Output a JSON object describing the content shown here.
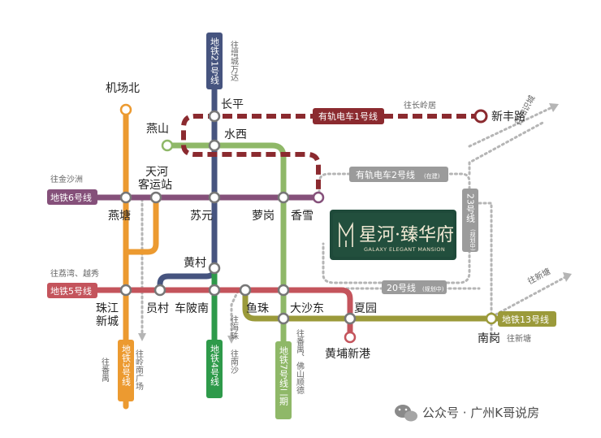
{
  "lines": {
    "metro21": {
      "label": "地铁21号线",
      "color": "#46547f"
    },
    "tram1": {
      "label": "有轨电车1号线",
      "color": "#8b2a2f"
    },
    "tram2": {
      "label": "有轨电车2号线",
      "note": "(在建)"
    },
    "metro6": {
      "label": "地铁6号线",
      "color": "#85507a"
    },
    "metro5": {
      "label": "地铁5号线",
      "color": "#c4545c"
    },
    "metro3": {
      "label": "地铁3号线",
      "color": "#ec9a30"
    },
    "metro4": {
      "label": "地铁4号线",
      "color": "#2e9a4a"
    },
    "metro7": {
      "label": "地铁7号线二期",
      "color": "#8fb868"
    },
    "metro13": {
      "label": "地铁13号线",
      "color": "#9b9a3a"
    },
    "line23": {
      "label": "23号线",
      "note": "(规划中)"
    },
    "line20": {
      "label": "20号线",
      "note": "(规划中)"
    }
  },
  "stations": {
    "changping": "长平",
    "xinfenglu": "新丰路",
    "yanshan": "燕山",
    "shuixi": "水西",
    "jichangbei": "机场北",
    "tianhe_keyunzhan": "天河客运站",
    "yantang": "燕塘",
    "suyuan": "苏元",
    "luogang": "萝岗",
    "xiangxue": "香雪",
    "huangcun": "黄村",
    "zhujiang_xincheng": "珠江新城",
    "yuancun": "员村",
    "chebeinan": "车陂南",
    "yuzhu": "鱼珠",
    "dashadong": "大沙东",
    "xiayuan": "夏园",
    "huangpu_xingang": "黄埔新港",
    "nangang": "南岗"
  },
  "directions": {
    "zengcheng_wanda": "往增城万达",
    "changlingju": "往长岭居",
    "jinshazhou": "往金沙洲",
    "lijiewan_yuexiu": "往荔湾、越秀",
    "zhixinhe": "往知识城",
    "xintang_north": "往新塘",
    "xintang": "往新塘",
    "panyu_left": "往番禺",
    "lingnan_guangchang": "往岭南广场",
    "haizhu": "往海珠",
    "nansha": "往南沙",
    "panyu_foshan": "往番禺、佛山顺德"
  },
  "brand": {
    "name_cn": "星河·臻华府",
    "name_en": "GALAXY ELEGANT MANSION",
    "bg_color": "#1f4a3a"
  },
  "watermark": "公众号 · 广州K哥说房"
}
